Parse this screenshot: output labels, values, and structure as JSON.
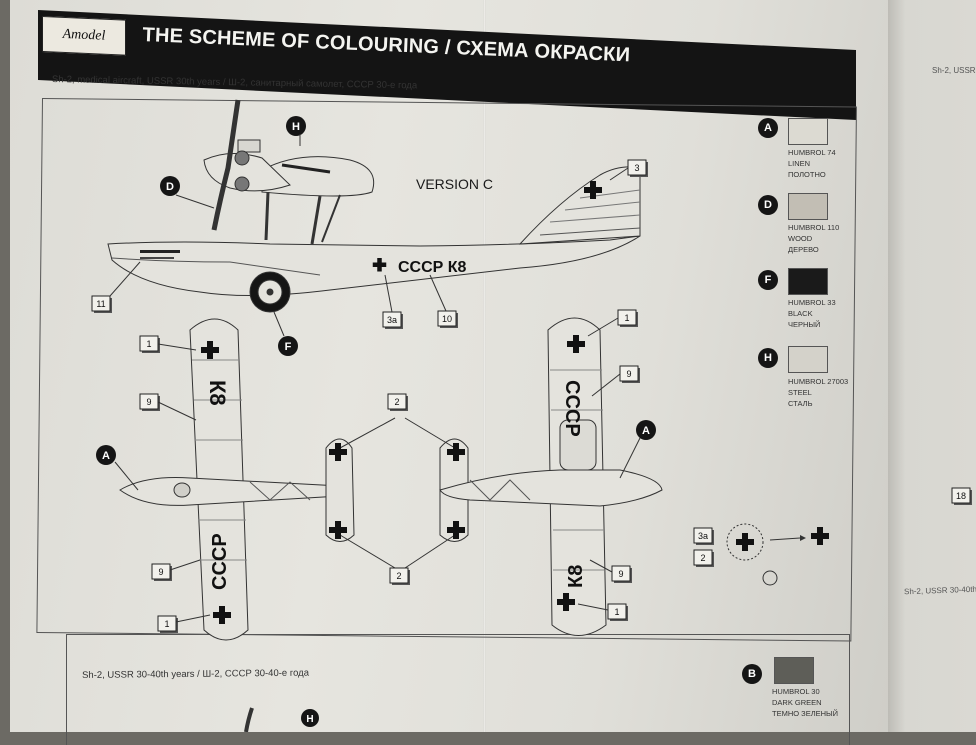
{
  "header": {
    "brand": "Amodel",
    "title": "THE SCHEME OF COLOURING / СХЕМА ОКРАСКИ"
  },
  "scheme1": {
    "caption": "Sh-2, medical aircraft, USSR 30th years / Ш-2, санитарный самолет, СССР 30-е года",
    "version": "VERSION C",
    "registration": "СССР К8"
  },
  "legend": [
    {
      "letter": "A",
      "swatch": "#dcdad2",
      "text": "HUMBROL 74\nLINEN\nПОЛОТНО"
    },
    {
      "letter": "D",
      "swatch": "#c2beb4",
      "text": "HUMBROL 110\nWOOD\nДЕРЕВО"
    },
    {
      "letter": "F",
      "swatch": "#1a1a1a",
      "text": "HUMBROL 33\nBLACK\nЧЕРНЫЙ"
    },
    {
      "letter": "H",
      "swatch": "#d4d2ca",
      "text": "HUMBROL 27003\nSTEEL\nСТАЛЬ"
    },
    {
      "letter": "B",
      "swatch": "#5e5e58",
      "text": "HUMBROL 30\nDARK GREEN\nТЕМНО ЗЕЛЕНЫЙ"
    }
  ],
  "callouts": {
    "side_view": [
      "H",
      "D",
      "3",
      "11",
      "3a",
      "10",
      "F"
    ],
    "top_view": [
      "1",
      "9",
      "A",
      "9",
      "1"
    ],
    "tail_detail": [
      "2",
      "2"
    ],
    "bottom_view": [
      "1",
      "9",
      "A",
      "9",
      "1"
    ],
    "insignia_detail": [
      "3a",
      "2"
    ]
  },
  "scheme2": {
    "caption": "Sh-2, USSR 30-40th years / Ш-2, СССР 30-40-е года"
  },
  "right_page": {
    "caption_top": "Sh-2, USSR",
    "caption_bottom": "Sh-2, USSR 30-40th",
    "callout": "18"
  }
}
